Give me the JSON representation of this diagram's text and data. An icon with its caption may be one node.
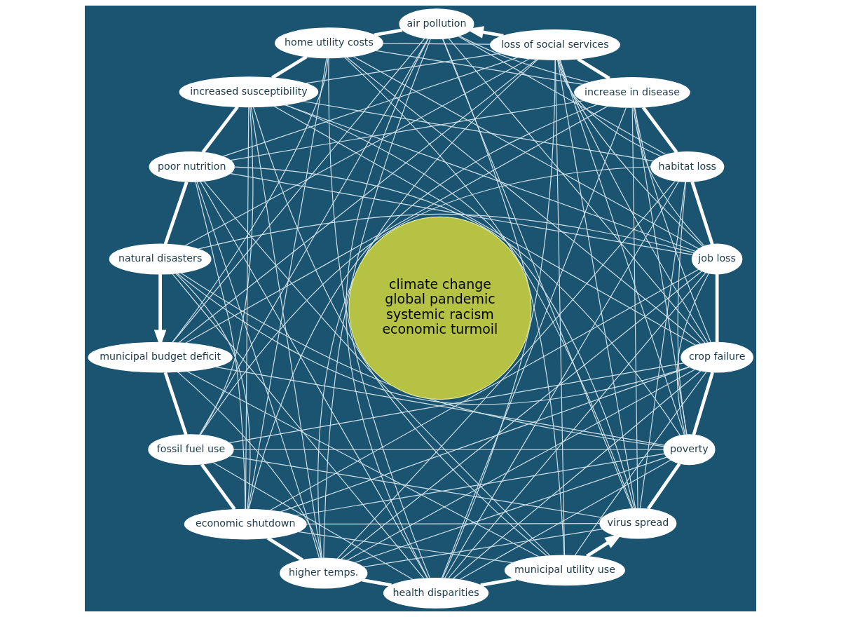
{
  "diagram": {
    "nodes": [
      {
        "text": [
          "job loss"
        ]
      },
      {
        "text": [
          "habitat loss"
        ]
      },
      {
        "text": [
          "increase in disease"
        ]
      },
      {
        "text": [
          "loss of social services"
        ]
      },
      {
        "text": [
          "air pollution"
        ]
      },
      {
        "text": [
          "home utility costs"
        ]
      },
      {
        "text": [
          "increased susceptibility"
        ]
      },
      {
        "text": [
          "poor nutrition"
        ]
      },
      {
        "text": [
          "natural disasters"
        ]
      },
      {
        "text": [
          "municipal budget deficit"
        ]
      },
      {
        "text": [
          "fossil fuel use"
        ]
      },
      {
        "text": [
          "economic shutdown"
        ]
      },
      {
        "text": [
          "higher temps."
        ]
      },
      {
        "text": [
          "health disparities"
        ]
      },
      {
        "text": [
          "municipal utility use"
        ]
      },
      {
        "text": [
          "virus spread"
        ]
      },
      {
        "text": [
          "poverty"
        ]
      },
      {
        "text": [
          "crop failure"
        ]
      },
      {
        "text": [
          "climate change",
          "global pandemic",
          "systemic racism",
          "economic turmoil"
        ]
      }
    ],
    "edges": [
      {
        "from": 0,
        "to": 1,
        "arrow": "none",
        "style": "thick"
      },
      {
        "from": 1,
        "to": 2,
        "arrow": "none",
        "style": "thick"
      },
      {
        "from": 2,
        "to": 3,
        "arrow": "none",
        "style": "thick"
      },
      {
        "from": 3,
        "to": 4,
        "arrow": "to",
        "style": "thick"
      },
      {
        "from": 4,
        "to": 5,
        "arrow": "none",
        "style": "thick"
      },
      {
        "from": 5,
        "to": 6,
        "arrow": "none",
        "style": "thick"
      },
      {
        "from": 6,
        "to": 7,
        "arrow": "none",
        "style": "thick"
      },
      {
        "from": 7,
        "to": 8,
        "arrow": "none",
        "style": "thick"
      },
      {
        "from": 8,
        "to": 9,
        "arrow": "to",
        "style": "thick"
      },
      {
        "from": 9,
        "to": 10,
        "arrow": "none",
        "style": "thick"
      },
      {
        "from": 10,
        "to": 11,
        "arrow": "none",
        "style": "thick"
      },
      {
        "from": 11,
        "to": 12,
        "arrow": "none",
        "style": "thick"
      },
      {
        "from": 12,
        "to": 13,
        "arrow": "none",
        "style": "thick"
      },
      {
        "from": 13,
        "to": 14,
        "arrow": "none",
        "style": "thick"
      },
      {
        "from": 14,
        "to": 15,
        "arrow": "to",
        "style": "thick"
      },
      {
        "from": 15,
        "to": 16,
        "arrow": "none",
        "style": "thick"
      },
      {
        "from": 16,
        "to": 17,
        "arrow": "none",
        "style": "thick"
      },
      {
        "from": 17,
        "to": 0,
        "arrow": "none",
        "style": "thick"
      },
      {
        "from": 0,
        "to": 2,
        "arrow": "none"
      },
      {
        "from": 0,
        "to": 3,
        "arrow": "none"
      },
      {
        "from": 0,
        "to": 5,
        "arrow": "none"
      },
      {
        "from": 0,
        "to": 6,
        "arrow": "none"
      },
      {
        "from": 0,
        "to": 7,
        "arrow": "none"
      },
      {
        "from": 0,
        "to": 8,
        "arrow": "none"
      },
      {
        "from": 0,
        "to": 11,
        "arrow": "none"
      },
      {
        "from": 0,
        "to": 12,
        "arrow": "none"
      },
      {
        "from": 0,
        "to": 13,
        "arrow": "none"
      },
      {
        "from": 0,
        "to": 16,
        "arrow": "none"
      },
      {
        "from": 1,
        "to": 3,
        "arrow": "none"
      },
      {
        "from": 1,
        "to": 4,
        "arrow": "none"
      },
      {
        "from": 1,
        "to": 6,
        "arrow": "none"
      },
      {
        "from": 1,
        "to": 10,
        "arrow": "none"
      },
      {
        "from": 1,
        "to": 12,
        "arrow": "none"
      },
      {
        "from": 1,
        "to": 13,
        "arrow": "none"
      },
      {
        "from": 1,
        "to": 15,
        "arrow": "none"
      },
      {
        "from": 1,
        "to": 16,
        "arrow": "none"
      },
      {
        "from": 2,
        "to": 4,
        "arrow": "none"
      },
      {
        "from": 2,
        "to": 5,
        "arrow": "none"
      },
      {
        "from": 2,
        "to": 7,
        "arrow": "none"
      },
      {
        "from": 2,
        "to": 9,
        "arrow": "none"
      },
      {
        "from": 2,
        "to": 11,
        "arrow": "none"
      },
      {
        "from": 2,
        "to": 13,
        "arrow": "none"
      },
      {
        "from": 2,
        "to": 15,
        "arrow": "none"
      },
      {
        "from": 2,
        "to": 16,
        "arrow": "none"
      },
      {
        "from": 2,
        "to": 17,
        "arrow": "none"
      },
      {
        "from": 3,
        "to": 5,
        "arrow": "none"
      },
      {
        "from": 3,
        "to": 6,
        "arrow": "none"
      },
      {
        "from": 3,
        "to": 7,
        "arrow": "none"
      },
      {
        "from": 3,
        "to": 8,
        "arrow": "none"
      },
      {
        "from": 3,
        "to": 9,
        "arrow": "none"
      },
      {
        "from": 3,
        "to": 12,
        "arrow": "none"
      },
      {
        "from": 3,
        "to": 13,
        "arrow": "none"
      },
      {
        "from": 3,
        "to": 14,
        "arrow": "none"
      },
      {
        "from": 3,
        "to": 15,
        "arrow": "none"
      },
      {
        "from": 3,
        "to": 16,
        "arrow": "none"
      },
      {
        "from": 3,
        "to": 17,
        "arrow": "none"
      },
      {
        "from": 4,
        "to": 9,
        "arrow": "none"
      },
      {
        "from": 4,
        "to": 10,
        "arrow": "none"
      },
      {
        "from": 4,
        "to": 12,
        "arrow": "none"
      },
      {
        "from": 4,
        "to": 13,
        "arrow": "none"
      },
      {
        "from": 4,
        "to": 14,
        "arrow": "none"
      },
      {
        "from": 4,
        "to": 15,
        "arrow": "none"
      },
      {
        "from": 4,
        "to": 17,
        "arrow": "none"
      },
      {
        "from": 5,
        "to": 9,
        "arrow": "none"
      },
      {
        "from": 5,
        "to": 11,
        "arrow": "none"
      },
      {
        "from": 5,
        "to": 13,
        "arrow": "none"
      },
      {
        "from": 5,
        "to": 15,
        "arrow": "none"
      },
      {
        "from": 5,
        "to": 17,
        "arrow": "none"
      },
      {
        "from": 6,
        "to": 10,
        "arrow": "none"
      },
      {
        "from": 6,
        "to": 11,
        "arrow": "none"
      },
      {
        "from": 6,
        "to": 12,
        "arrow": "none"
      },
      {
        "from": 6,
        "to": 14,
        "arrow": "none"
      },
      {
        "from": 6,
        "to": 15,
        "arrow": "none"
      },
      {
        "from": 6,
        "to": 17,
        "arrow": "none"
      },
      {
        "from": 7,
        "to": 11,
        "arrow": "none"
      },
      {
        "from": 7,
        "to": 12,
        "arrow": "none"
      },
      {
        "from": 7,
        "to": 13,
        "arrow": "none"
      },
      {
        "from": 7,
        "to": 14,
        "arrow": "none"
      },
      {
        "from": 7,
        "to": 16,
        "arrow": "none"
      },
      {
        "from": 8,
        "to": 11,
        "arrow": "none"
      },
      {
        "from": 8,
        "to": 13,
        "arrow": "none"
      },
      {
        "from": 8,
        "to": 16,
        "arrow": "none"
      },
      {
        "from": 8,
        "to": 17,
        "arrow": "none"
      },
      {
        "from": 9,
        "to": 12,
        "arrow": "none"
      },
      {
        "from": 9,
        "to": 14,
        "arrow": "none"
      },
      {
        "from": 9,
        "to": 16,
        "arrow": "none"
      },
      {
        "from": 10,
        "to": 13,
        "arrow": "none"
      },
      {
        "from": 10,
        "to": 15,
        "arrow": "none"
      },
      {
        "from": 10,
        "to": 16,
        "arrow": "none"
      },
      {
        "from": 10,
        "to": 17,
        "arrow": "none"
      },
      {
        "from": 11,
        "to": 14,
        "arrow": "none"
      },
      {
        "from": 11,
        "to": 15,
        "arrow": "none"
      },
      {
        "from": 11,
        "to": 16,
        "arrow": "none"
      },
      {
        "from": 11,
        "to": 17,
        "arrow": "none"
      },
      {
        "from": 12,
        "to": 15,
        "arrow": "none"
      },
      {
        "from": 12,
        "to": 16,
        "arrow": "none"
      },
      {
        "from": 12,
        "to": 17,
        "arrow": "none"
      },
      {
        "from": 13,
        "to": 16,
        "arrow": "none"
      },
      {
        "from": 13,
        "to": 17,
        "arrow": "none"
      },
      {
        "from": 14,
        "to": 17,
        "arrow": "none"
      }
    ]
  }
}
